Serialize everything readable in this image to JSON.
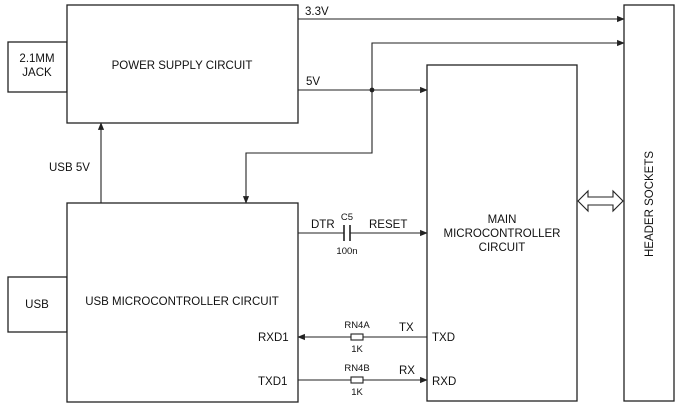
{
  "blocks": {
    "jack": {
      "line1": "2.1MM",
      "line2": "JACK"
    },
    "power_supply": "POWER SUPPLY CIRCUIT",
    "usb": "USB",
    "usb_mcu": "USB MICROCONTROLLER CIRCUIT",
    "main_mcu": {
      "line1": "MAIN",
      "line2": "MICROCONTROLLER",
      "line3": "CIRCUIT"
    },
    "header_sockets": "HEADER SOCKETS"
  },
  "nets": {
    "v33": "3.3V",
    "v5": "5V",
    "usb5v": "USB 5V",
    "dtr": "DTR",
    "reset": "RESET",
    "tx": "TX",
    "rx": "RX",
    "txd_main": "TXD",
    "rxd_main": "RXD",
    "rxd1": "RXD1",
    "txd1": "TXD1"
  },
  "components": {
    "c5": {
      "ref": "C5",
      "value": "100n"
    },
    "rn4a": {
      "ref": "RN4A",
      "value": "1K"
    },
    "rn4b": {
      "ref": "RN4B",
      "value": "1K"
    }
  }
}
